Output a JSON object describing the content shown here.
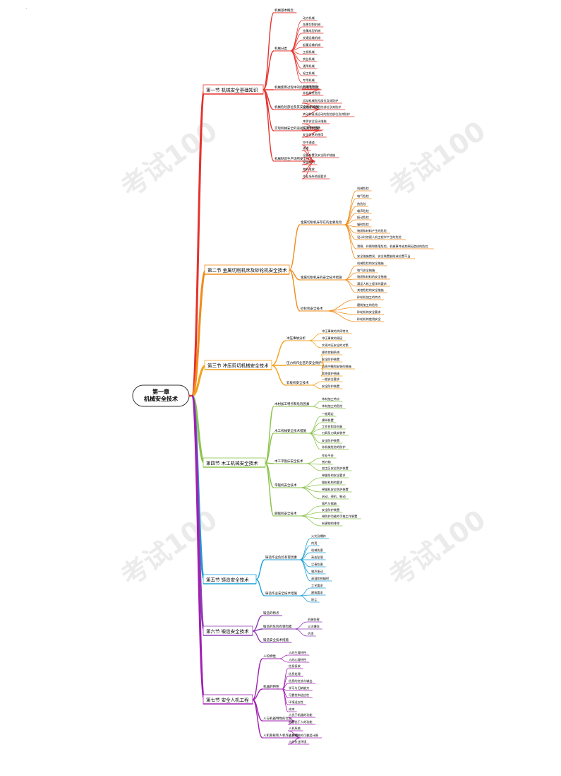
{
  "dot": "·",
  "watermark": {
    "text": "考试100",
    "url": "www.kaoshi100.com"
  },
  "root": "第一章\n机械安全技术",
  "colors": {
    "s1": "#e5322d",
    "s2": "#f08c1a",
    "s3": "#f2a21b",
    "s4": "#8bc34a",
    "s5": "#1aa0d8",
    "s6": "#8e3db5",
    "s7": "#a020b0"
  },
  "sections": [
    {
      "label": "第一节 机械安全基础知识",
      "color": "s1",
      "children": [
        {
          "label": "机械基本概念"
        },
        {
          "label": "机械分类",
          "children": [
            {
              "label": "动力机械"
            },
            {
              "label": "金属切削机械"
            },
            {
              "label": "金属成型机械"
            },
            {
              "label": "交通运输机械"
            },
            {
              "label": "起重运输机械"
            },
            {
              "label": "工程机械"
            },
            {
              "label": "农业机械"
            },
            {
              "label": "通用机械"
            },
            {
              "label": "轻工机械"
            },
            {
              "label": "专用机械"
            }
          ]
        },
        {
          "label": "机械使用过程中的危险有害因素",
          "children": [
            {
              "label": "机械性危险"
            },
            {
              "label": "非机械性危险"
            }
          ]
        },
        {
          "label": "机械危险部位及其安全防护措施",
          "children": [
            {
              "label": "运动机械危险部位及其防护"
            },
            {
              "label": "直线运动的危险部位及其防护"
            },
            {
              "label": "转动和直线运动的危险部位及其防护"
            }
          ]
        },
        {
          "label": "实现机械安全的途径与对策措施",
          "children": [
            {
              "label": "本质安全设计措施"
            },
            {
              "label": "安全防护措施"
            },
            {
              "label": "安全信息的使用"
            }
          ]
        },
        {
          "label": "机械制造生产场所安全技术",
          "children": [
            {
              "label": "空中通道"
            },
            {
              "label": "通道"
            },
            {
              "label": "设备布置及安全防护措施"
            },
            {
              "label": "采光照明"
            },
            {
              "label": "物料堆放"
            },
            {
              "label": "作业场所地面要求"
            }
          ]
        }
      ]
    },
    {
      "label": "第二节 金属切削机床及砂轮机安全技术",
      "color": "s2",
      "children": [
        {
          "label": "金属切削机床存在的主要危险",
          "children": [
            {
              "label": "机械危险"
            },
            {
              "label": "电气危险"
            },
            {
              "label": "热危险"
            },
            {
              "label": "噪声危险"
            },
            {
              "label": "振动危险"
            },
            {
              "label": "辐射危险"
            },
            {
              "label": "物质和材料产生的危险"
            },
            {
              "label": "设计时忽视人机工程学产生的危险"
            },
            {
              "label": "滑倒、绊倒和跌落危险，机械事件或其原因造成的危险"
            },
            {
              "label": "安全措施错误、安全装置缺陷或位置不当"
            }
          ]
        },
        {
          "label": "金属切削机床的安全技术措施",
          "children": [
            {
              "label": "机械危险的安全措施"
            },
            {
              "label": "电气安全措施"
            },
            {
              "label": "物质和材料的安全措施"
            },
            {
              "label": "满足人机工程学的要求"
            },
            {
              "label": "其他危险的安全措施"
            }
          ]
        },
        {
          "label": "砂轮机安全技术",
          "children": [
            {
              "label": "砂轮机加工的特点"
            },
            {
              "label": "磨削加工的危险"
            },
            {
              "label": "砂轮机的安全要求"
            },
            {
              "label": "砂轮机的使用安全"
            }
          ]
        }
      ]
    },
    {
      "label": "第三节 冲压剪切机械安全技术",
      "color": "s3",
      "children": [
        {
          "label": "冲压事故分析",
          "children": [
            {
              "label": "冲压事故的共同特点"
            },
            {
              "label": "冲压事故的原因"
            },
            {
              "label": "实现冲压安全的对策"
            }
          ]
        },
        {
          "label": "压力机作业区的安全保护",
          "children": [
            {
              "label": "操作控制系统"
            },
            {
              "label": "安全防护装置"
            },
            {
              "label": "选择冲模和安装的措施"
            },
            {
              "label": "其他保护措施"
            }
          ]
        },
        {
          "label": "剪板机安全技术",
          "children": [
            {
              "label": "一般安全要求"
            },
            {
              "label": "安全防护装置"
            }
          ]
        }
      ]
    },
    {
      "label": "第四节 木工机械安全技术",
      "color": "s4",
      "children": [
        {
          "label": "木材加工特点和危险因素",
          "children": [
            {
              "label": "木材加工特点"
            },
            {
              "label": "木材加工的危险"
            }
          ]
        },
        {
          "label": "木工机械安全技术措施",
          "children": [
            {
              "label": "一般规定"
            },
            {
              "label": "操纵装置"
            },
            {
              "label": "工作台和导向板"
            },
            {
              "label": "刀具及刀具安装件"
            },
            {
              "label": "安全防护装置"
            },
            {
              "label": "非机械危险的防护"
            }
          ]
        },
        {
          "label": "木工平刨床安全技术",
          "children": [
            {
              "label": "作业平台"
            },
            {
              "label": "刨刀轴"
            },
            {
              "label": "加工区安全防护装置"
            }
          ]
        },
        {
          "label": "带锯机安全技术",
          "children": [
            {
              "label": "带锯条的安全要求"
            },
            {
              "label": "锯轮机构的要求"
            },
            {
              "label": "带锯机安全防护装置"
            },
            {
              "label": "启动、停机、制动"
            }
          ]
        },
        {
          "label": "圆锯机安全技术",
          "children": [
            {
              "label": "锯片与锯轴"
            },
            {
              "label": "安全防护装置"
            },
            {
              "label": "带防护功能的手推工作装置"
            },
            {
              "label": "有害物的排除"
            }
          ]
        }
      ]
    },
    {
      "label": "第五节 铸造安全技术",
      "color": "s5",
      "children": [
        {
          "label": "铸造作业危险有害因素",
          "children": [
            {
              "label": "火灾及爆炸"
            },
            {
              "label": "灼烫"
            },
            {
              "label": "机械伤害"
            },
            {
              "label": "高处坠落"
            },
            {
              "label": "尘毒危害"
            },
            {
              "label": "噪声振动"
            },
            {
              "label": "高温和热辐射"
            }
          ]
        },
        {
          "label": "铸造作业安全技术措施",
          "children": [
            {
              "label": "工艺要求"
            },
            {
              "label": "建筑要求"
            },
            {
              "label": "除尘"
            }
          ]
        }
      ]
    },
    {
      "label": "第六节 锻造安全技术",
      "color": "s6",
      "children": [
        {
          "label": "锻造的特点"
        },
        {
          "label": "锻造的危险有害因素",
          "children": [
            {
              "label": "机械伤害"
            },
            {
              "label": "火灾爆炸"
            },
            {
              "label": "灼烫"
            }
          ]
        },
        {
          "label": "锻造安全技术措施"
        }
      ]
    },
    {
      "label": "第七节 安全人机工程",
      "color": "s7",
      "children": [
        {
          "label": "人的特性",
          "children": [
            {
              "label": "人的生理特性"
            },
            {
              "label": "人的心理特性"
            }
          ]
        },
        {
          "label": "机器的特性",
          "children": [
            {
              "label": "信息接收"
            },
            {
              "label": "信息处理"
            },
            {
              "label": "信息的交流与输出"
            },
            {
              "label": "学习与归纳能力"
            },
            {
              "label": "可靠性和适应性"
            },
            {
              "label": "环境适应性"
            },
            {
              "label": "成本"
            }
          ]
        },
        {
          "label": "人与机器特性的比较",
          "children": [
            {
              "label": "人优于机器的功能"
            },
            {
              "label": "机器优于人的功能"
            }
          ]
        },
        {
          "label": "人机系统和人机作业环境",
          "children": [
            {
              "label": "人机系统"
            },
            {
              "label": "人机系统的可靠度计算"
            },
            {
              "label": "人的作业环境"
            }
          ]
        }
      ]
    }
  ]
}
